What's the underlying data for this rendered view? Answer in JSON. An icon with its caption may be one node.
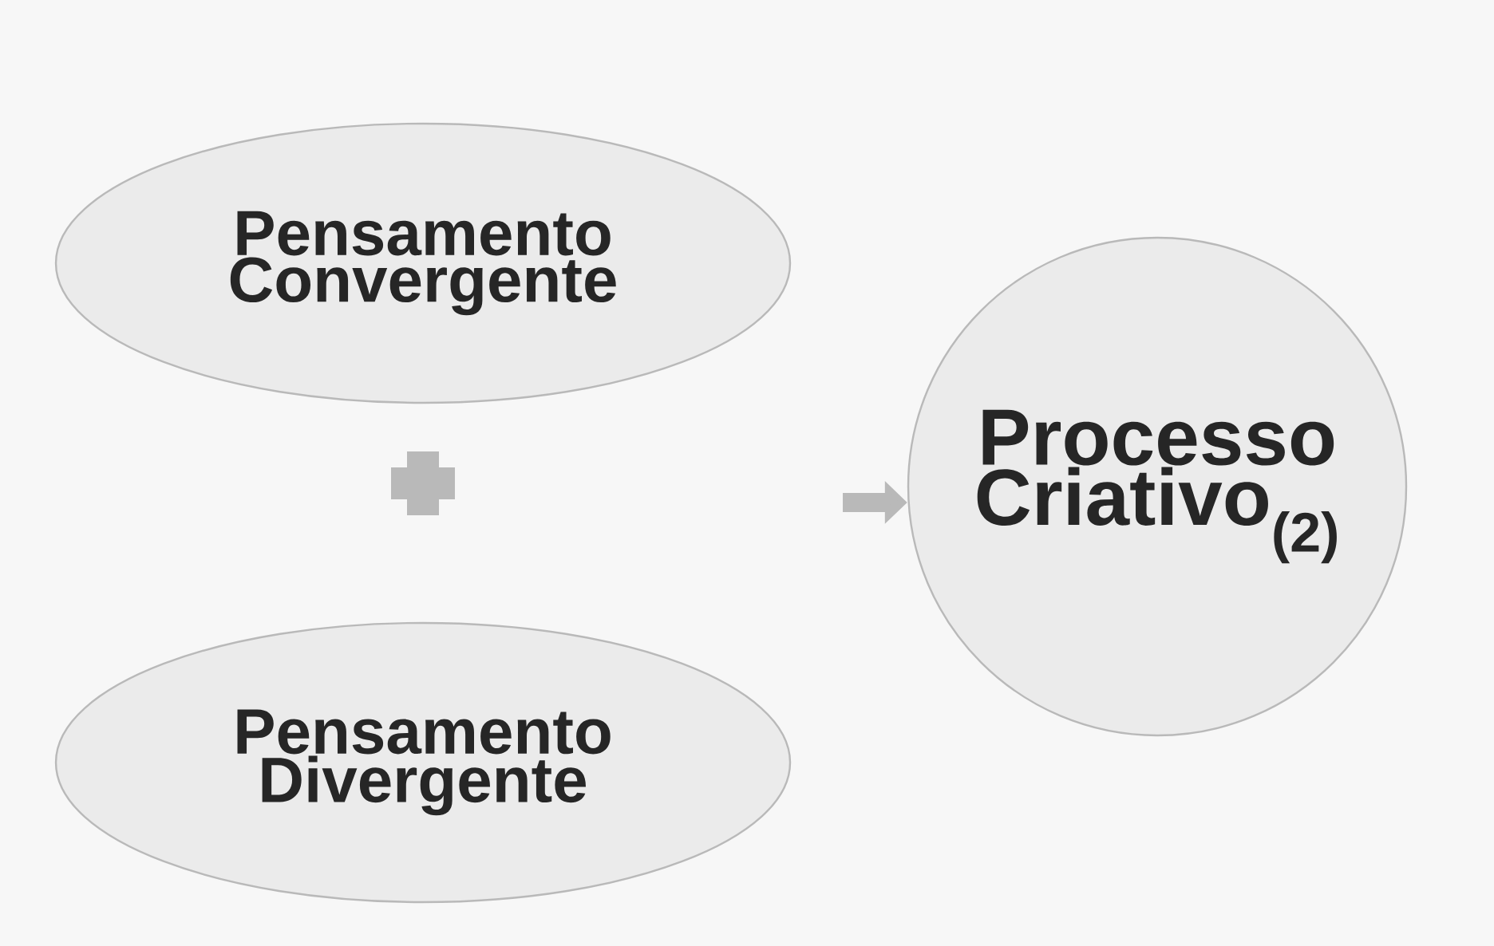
{
  "diagram": {
    "nodes": [
      {
        "text": [
          "Pensamento Convergente"
        ]
      },
      {
        "text": [
          "Pensamento Divergente"
        ]
      },
      {
        "text": [
          "Processo Criativo$_{(2)}$"
        ]
      }
    ],
    "edges": [
      {
        "from": null,
        "to": 2,
        "arrow": "to"
      }
    ]
  }
}
